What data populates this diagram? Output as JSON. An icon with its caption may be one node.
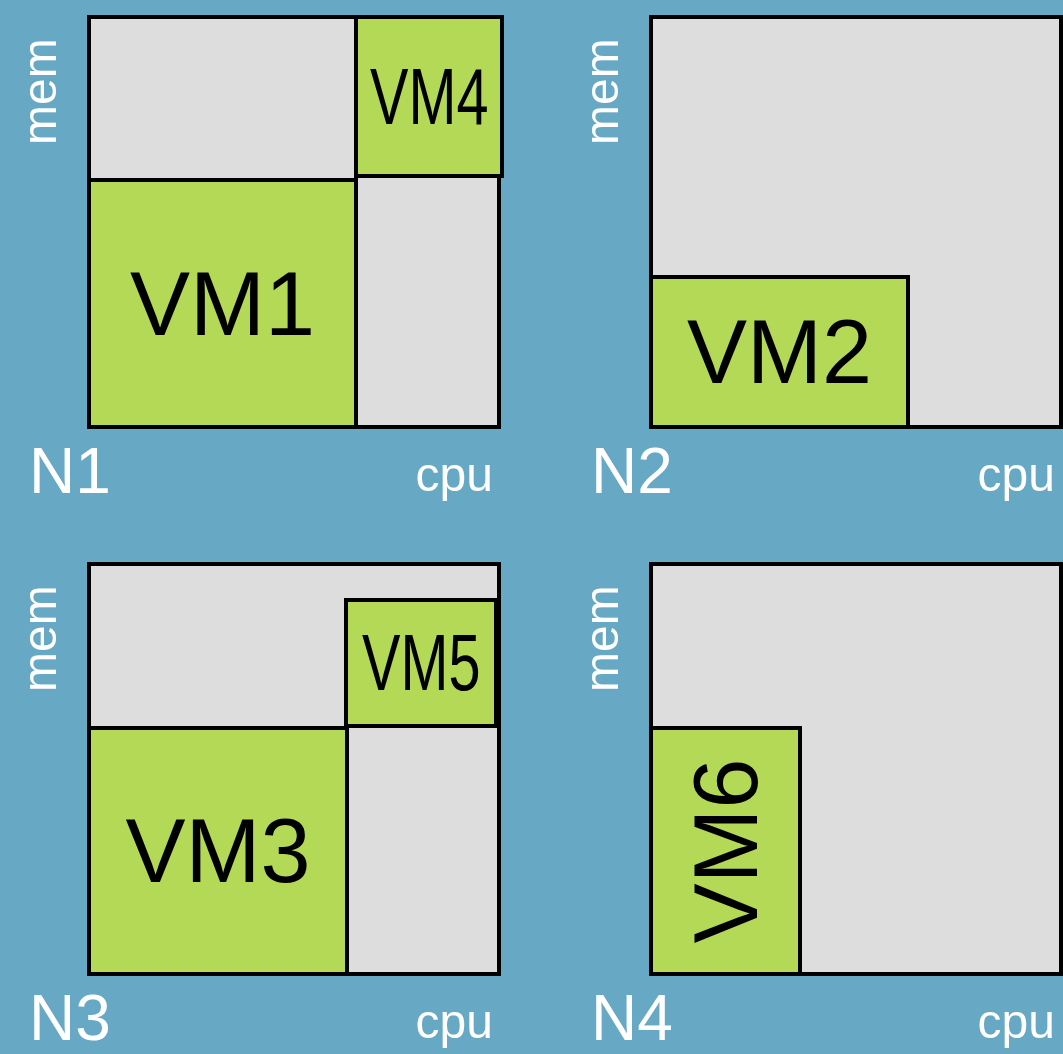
{
  "diagram": {
    "nodes": [
      {
        "text": [
          "N1"
        ],
        "beside": [
          "mem",
          "cpu"
        ]
      },
      {
        "text": [
          "VM4"
        ],
        "in": 0
      },
      {
        "text": [
          "VM1"
        ],
        "in": 0
      },
      {
        "text": [
          "N2"
        ],
        "beside": [
          "mem",
          "cpu"
        ]
      },
      {
        "text": [
          "VM2"
        ],
        "in": 3
      },
      {
        "text": [
          "N3"
        ],
        "beside": [
          "mem",
          "cpu"
        ]
      },
      {
        "text": [
          "VM5"
        ],
        "in": 5
      },
      {
        "text": [
          "VM3"
        ],
        "in": 5
      },
      {
        "text": [
          "N4"
        ],
        "beside": [
          "mem",
          "cpu"
        ]
      },
      {
        "text": [
          "VM6"
        ],
        "in": 8
      }
    ]
  }
}
